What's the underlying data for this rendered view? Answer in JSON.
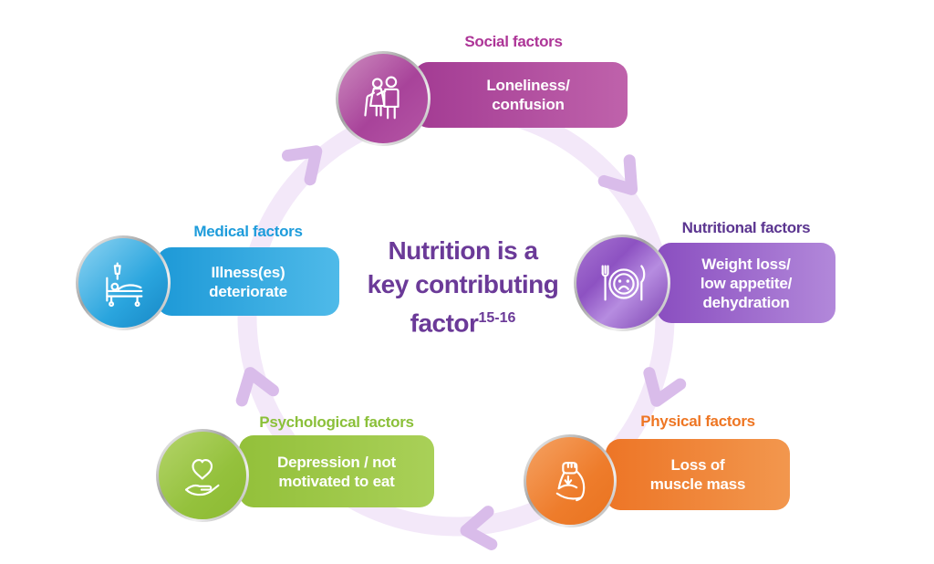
{
  "title": {
    "lines": [
      "Nutrition is a",
      "key contributing",
      "factor"
    ],
    "reference": "15-16",
    "color": "#6b3a98"
  },
  "cycle": {
    "direction": "clockwise",
    "arrow_count": 5,
    "ring_color": "#f3e8f9",
    "arrow_color": "#d9bcea"
  },
  "factors": {
    "social": {
      "label": "Social factors",
      "lines": [
        "Loneliness/",
        "confusion"
      ],
      "label_color": "#ad3597",
      "box_gradient": [
        "#a33b93",
        "#bf62ab"
      ],
      "circle_color": "#a8439a",
      "icon": "elderly-couple-icon"
    },
    "nutritional": {
      "label": "Nutritional factors",
      "lines": [
        "Weight loss/",
        "low appetite/",
        "dehydration"
      ],
      "label_color": "#5b3590",
      "box_gradient": [
        "#8a4ec0",
        "#b288da"
      ],
      "circle_color": "#8d52c2",
      "icon": "sad-plate-cutlery-icon"
    },
    "physical": {
      "label": "Physical factors",
      "lines": [
        "Loss of",
        "muscle mass"
      ],
      "label_color": "#ee7623",
      "box_gradient": [
        "#ed7526",
        "#f2974e"
      ],
      "circle_color": "#ee7c2b",
      "icon": "bicep-down-arrow-icon"
    },
    "psychological": {
      "label": "Psychological factors",
      "lines": [
        "Depression / not",
        "motivated to eat"
      ],
      "label_color": "#8bc03a",
      "box_gradient": [
        "#93c03a",
        "#a9d058"
      ],
      "circle_color": "#94c13c",
      "icon": "heart-in-hand-icon"
    },
    "medical": {
      "label": "Medical factors",
      "lines": [
        "Illness(es)",
        "deteriorate"
      ],
      "label_color": "#1e9cdb",
      "box_gradient": [
        "#1d99d7",
        "#4fbae9"
      ],
      "circle_color": "#2aa5de",
      "icon": "hospital-bed-icon"
    }
  }
}
